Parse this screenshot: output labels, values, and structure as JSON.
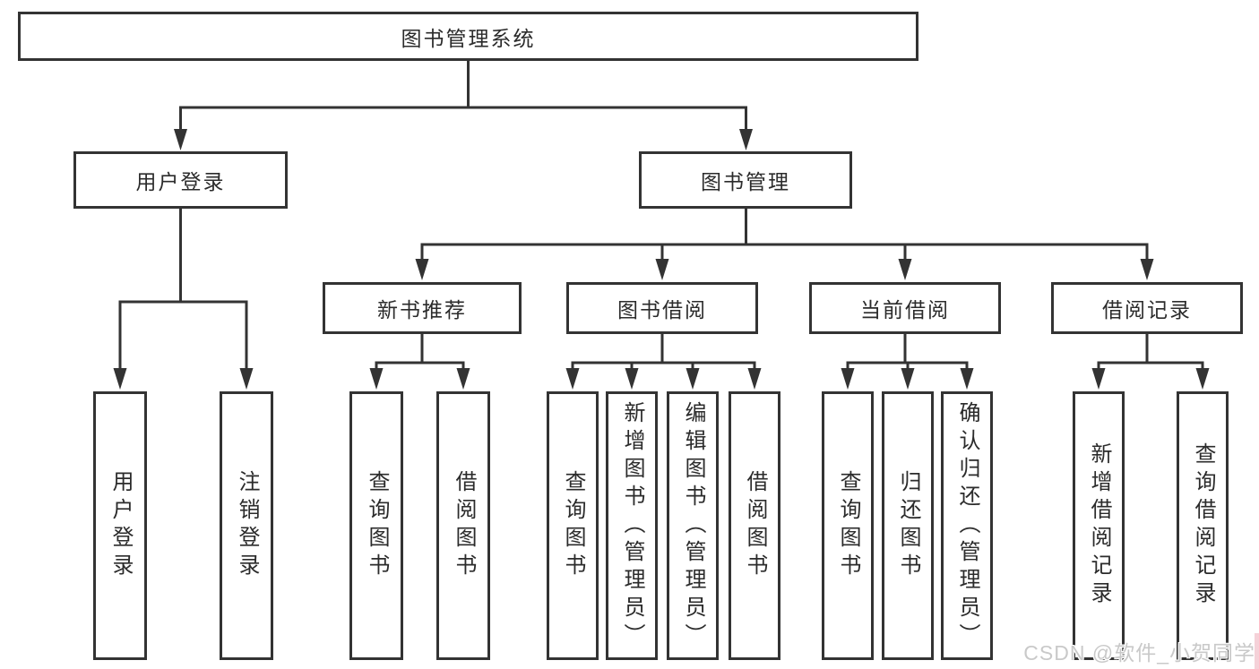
{
  "tree": {
    "root": {
      "label": "图书管理系统"
    },
    "branches": [
      {
        "label": "用户登录",
        "children": [
          {
            "label": "用户登录"
          },
          {
            "label": "注销登录"
          }
        ]
      },
      {
        "label": "图书管理",
        "children": [
          {
            "label": "新书推荐",
            "children": [
              {
                "label": "查询图书"
              },
              {
                "label": "借阅图书"
              }
            ]
          },
          {
            "label": "图书借阅",
            "children": [
              {
                "label": "查询图书"
              },
              {
                "label": "新增图书（管理员）"
              },
              {
                "label": "编辑图书（管理员）"
              },
              {
                "label": "借阅图书"
              }
            ]
          },
          {
            "label": "当前借阅",
            "children": [
              {
                "label": "查询图书"
              },
              {
                "label": "归还图书"
              },
              {
                "label": "确认归还（管理员）"
              }
            ]
          },
          {
            "label": "借阅记录",
            "children": [
              {
                "label": "新增借阅记录"
              },
              {
                "label": "查询借阅记录"
              }
            ]
          }
        ]
      }
    ]
  },
  "watermark": {
    "text": "CSDN @软件_小贺同学"
  },
  "colors": {
    "line": "#333333",
    "box_border": "#333333",
    "text": "#2b2b2b",
    "background": "#ffffff",
    "watermark_text": "#c9c9c9"
  }
}
